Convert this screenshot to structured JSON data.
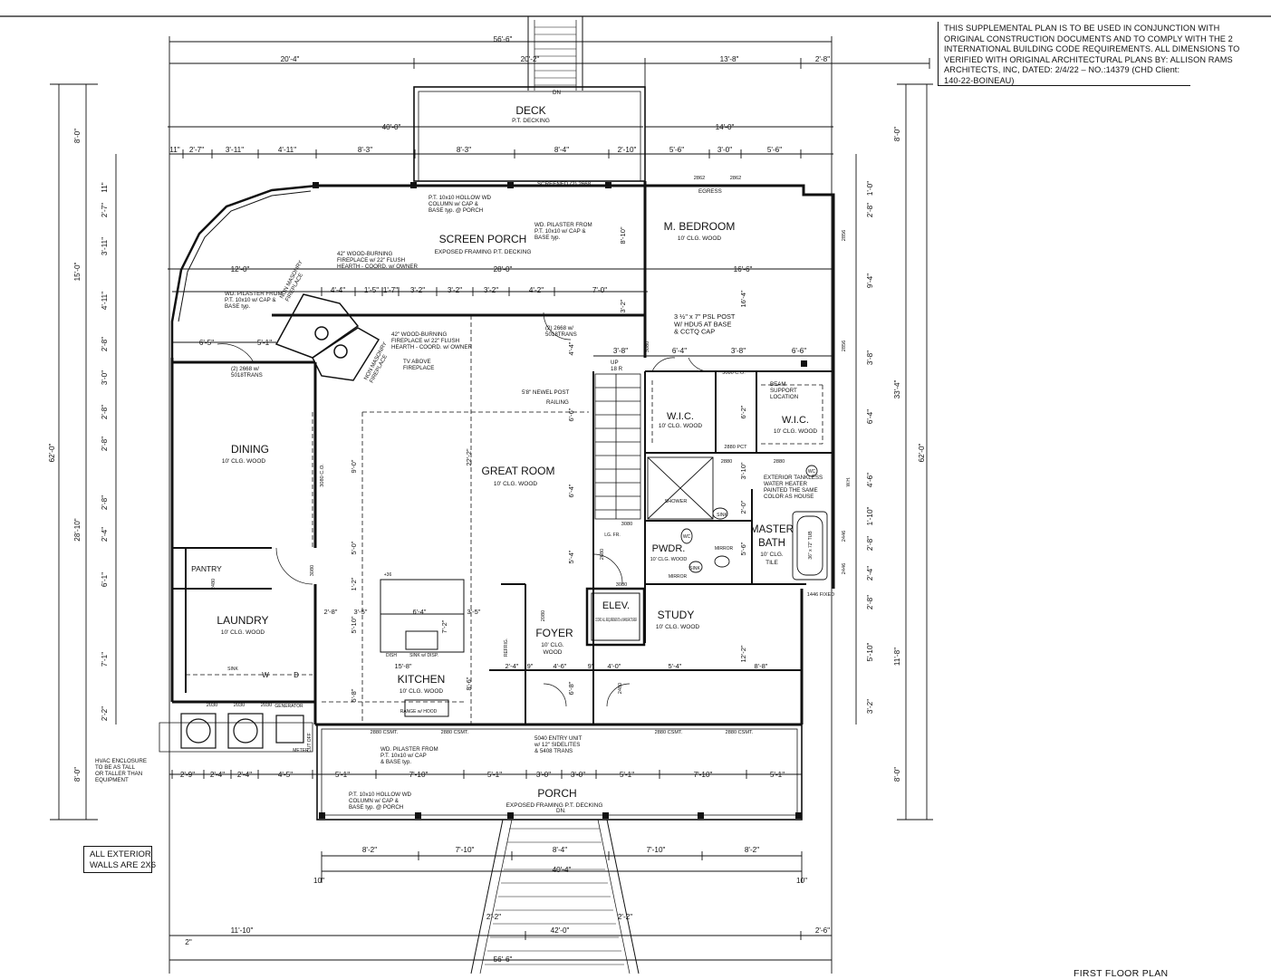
{
  "notes": {
    "supplemental": "THIS SUPPLEMENTAL PLAN IS TO BE USED IN CONJUNCTION WITH\nORIGINAL CONSTRUCTION DOCUMENTS AND TO COMPLY WITH THE 2\nINTERNATIONAL BUILDING CODE REQUIREMENTS. ALL DIMENSIONS TO\nVERIFIED WITH ORIGINAL ARCHITECTURAL PLANS BY: ALLISON RAMS\nARCHITECTS, INC, DATED: 2/4/22 – NO.:14379 (CHD Client:\n140-22-BOINEAU)",
    "exterior_walls": "ALL EXTERIOR\nWALLS ARE 2X6",
    "plan_title": "FIRST FLOOR PLAN"
  },
  "rooms": {
    "deck": "DECK",
    "deck_sub": "P.T. DECKING",
    "screen_porch": "SCREEN PORCH",
    "screen_porch_sub": "EXPOSED FRAMING   P.T. DECKING",
    "m_bedroom": "M. BEDROOM",
    "m_bedroom_sub": "10' CLG.  WOOD",
    "dining": "DINING",
    "dining_sub": "10' CLG.  WOOD",
    "great_room": "GREAT ROOM",
    "great_room_sub": "10' CLG.  WOOD",
    "wic1": "W.I.C.",
    "wic1_sub": "10' CLG.  WOOD",
    "wic2": "W.I.C.",
    "wic2_sub": "10' CLG.  WOOD",
    "master_bath": "MASTER",
    "master_bath2": "BATH",
    "master_bath_sub": "10' CLG.",
    "master_bath_sub2": "TILE",
    "pantry": "PANTRY",
    "laundry": "LAUNDRY",
    "laundry_sub": "10' CLG.  WOOD",
    "pwdr": "PWDR.",
    "pwdr_sub": "10' CLG. WOOD",
    "elev": "ELEV.",
    "elev_sub": "COORD. ALL REQUIREMENTS w/ MANUFACTURER",
    "foyer": "FOYER",
    "foyer_sub": "10' CLG.",
    "foyer_sub2": "WOOD",
    "study": "STUDY",
    "study_sub": "10' CLG.  WOOD",
    "kitchen": "KITCHEN",
    "kitchen_sub": "10' CLG.  WOOD",
    "porch": "PORCH",
    "porch_sub": "EXPOSED FRAMING   P.T. DECKING",
    "shower": "SHOWER",
    "generator": "GENERATOR"
  },
  "annotations": {
    "column_top": "P.T. 10x10 HOLLOW WD\nCOLUMN w/ CAP &\nBASE typ. @ PORCH",
    "pilaster_right": "WD. PILASTER FROM\nP.T. 10x10 w/ CAP &\nBASE typ.",
    "pilaster_left": "WD. PILASTER FROM\nP.T. 10x10 w/ CAP &\nBASE typ.",
    "fireplace_top": "42\" WOOD-BURNING\nFIREPLACE w/ 22\" FLUSH\nHEARTH - COORD. w/ OWNER",
    "fireplace_mid": "42\" WOOD-BURNING\nFIREPLACE w/ 22\" FLUSH\nHEARTH - COORD. w/ OWNER",
    "tv_above": "TV ABOVE\nFIREPLACE",
    "masonry1": "NON MASONRY\nFIREPLACE",
    "masonry2": "NON MASONRY\nFIREPLACE",
    "psl_post": "3 ½\" x 7\" PSL POST\nW/ HDU5 AT BASE\n& CCTQ CAP",
    "beam_support": "BEAM\nSUPPORT\nLOCATION",
    "water_heater": "EXTERIOR TANKLESS\nWATER HEATER\nPAINTED THE SAME\nCOLOR AS HOUSE",
    "newel": "5'8\" NEWEL POST",
    "railing": "RAILING",
    "hvac": "HVAC ENCLOSURE\nTO BE AS TALL\nOR TALLER THAN\nEQUIPMENT",
    "pilaster_porch": "WD. PILASTER FROM\nP.T. 10x10 w/ CAP\n& BASE typ.",
    "entry_unit": "5040 ENTRY UNIT\nw/ 12\" SIDELITES\n& 5408 TRANS",
    "column_porch": "P.T. 10x10 HOLLOW WD\nCOLUMN w/ CAP &\nBASE typ. @ PORCH",
    "windows_dining": "(2) 2668 w/\n5018TRANS",
    "windows_great": "(2) 2668 w/\n5018TRANS",
    "screened_door": "SCREENED (2) 2668",
    "egress": "EGRESS",
    "dn_top": "DN",
    "up": "UP\n18 R",
    "dn_bottom": "DN."
  },
  "dimensions": {
    "top_overall": "56'-6\"",
    "top_row": [
      "20'-4\"",
      "20'-2\"",
      "13'-8\"",
      "2'-8\""
    ],
    "deck_width": "40'-0\"",
    "right_14": "14'-0\"",
    "row2": [
      "11\"",
      "2'-7\"",
      "3'-11\"",
      "4'-11\"",
      "8'-3\"",
      "8'-3\"",
      "8'-4\"",
      "2'-10\"",
      "5'-6\"",
      "3'-0\"",
      "5'-6\""
    ],
    "screen_28": "28'-0\"",
    "screen_12": "12'-0\"",
    "bed_16": "16'-6\"",
    "row3": [
      "4'-4\"",
      "1'-5\"",
      "1'-7\"",
      "3'-2\"",
      "3'-2\"",
      "3'-2\"",
      "4'-2\"",
      "7'-0\""
    ],
    "dining_row": [
      "6'-5\"",
      "5'-1\""
    ],
    "stair_row": [
      "3'-8\"",
      "6'-4\"",
      "3'-8\"",
      "6'-6\""
    ],
    "left_outer": [
      "8'-0\"",
      "15'-0\"",
      "62'-0\"",
      "28'-10\"",
      "8'-0\""
    ],
    "left_inner": [
      "11\"",
      "2'-7\"",
      "3'-11\"",
      "4'-11\"",
      "2'-8\"",
      "3'-0\"",
      "2'-8\"",
      "2'-8\"",
      "2'-8\"",
      "2'-4\"",
      "6'-1\"",
      "7'-1\"",
      "2'-2\""
    ],
    "right_outer": [
      "8'-0\"",
      "33'-4\"",
      "62'-0\"",
      "11'-8\"",
      "8'-0\""
    ],
    "right_inner": [
      "1'-0\"",
      "2'-8\"",
      "9'-4\"",
      "3'-8\"",
      "6'-4\"",
      "4'-6\"",
      "1'-10\"",
      "2'-8\"",
      "2'-4\"",
      "2'-8\"",
      "5'-10\"",
      "3'-2\""
    ],
    "bottom_row1": [
      "2'-9\"",
      "2'-4\"",
      "2'-4\"",
      "4'-5\"",
      "5'-1\"",
      "7'-10\"",
      "5'-1\"",
      "3'-0\"",
      "3'-0\"",
      "5'-1\"",
      "7'-10\"",
      "5'-1\""
    ],
    "porch_row": [
      "8'-2\"",
      "7'-10\"",
      "8'-4\"",
      "7'-10\"",
      "8'-2\""
    ],
    "porch_40": "40'-4\"",
    "porch_10": [
      "10\"",
      "10\""
    ],
    "bottom_row3": [
      "11'-10\"",
      "42'-0\"",
      "2'-6\""
    ],
    "bottom_overall": "56'-6\"",
    "bottom_2": "2\"",
    "stair_22": [
      "2'-2\"",
      "2'-2\""
    ],
    "kitchen_dims": [
      "2'-8\"",
      "3'-5\"",
      "6'-4\"",
      "3'-5\"",
      "15'-8\"",
      "5'-10\"",
      "7'-2\"",
      "1'-2\"",
      "5'-8\"",
      "8'-6\"",
      "2'-4\"",
      "9\"",
      "4'-6\"",
      "9\"",
      "4'-0\"",
      "5'-4\"",
      "8'-8\"",
      "12'-2\""
    ],
    "interior_vertical": [
      "9'-0\"",
      "22'-2\"",
      "5'-0\"",
      "6'-6\"",
      "6'-4\"",
      "5'-4\"",
      "4'-4\"",
      "3'-2\"",
      "8'-10\"",
      "16'-4\"",
      "6'-2\"",
      "3'-10\"",
      "2'-0\"",
      "5'-6\"",
      "6'-8\""
    ]
  },
  "door_labels": {
    "d1": "3080 C.O.",
    "d2": "3080",
    "d3": "3080",
    "d4": "3080",
    "d5": "3080 C.O.",
    "d6": "2862",
    "d7": "2862",
    "d8": "2856",
    "d9": "2856",
    "d10": "2880",
    "d11": "2880 PCT",
    "d12": "2880",
    "d13": "2030",
    "d14": "2030",
    "d15": "2030",
    "d16": "2446",
    "d17": "2446",
    "d18": "1446 FIXED",
    "d19": "2880 CSMT.",
    "d20": "2880 CSMT.",
    "d21": "2880 CSMT.",
    "d22": "2880 CSMT.",
    "d23": "2480",
    "d24": "2480",
    "d25": "2680",
    "d26": "2080",
    "d27": "3080"
  },
  "fixtures": {
    "sink": "SINK",
    "sink2": "SINK",
    "sink3": "SINK",
    "sink_dw": "SINK w/ DISP.",
    "wc": "WC",
    "wc2": "WC",
    "mirror": "MIRROR",
    "mirror2": "MIRROR",
    "tub": "36\" x 72\" TUB",
    "w": "W",
    "d": "D",
    "lg_fr": "LG. FR.",
    "meter": "METER",
    "range": "RANGE w/ HOOD",
    "dish": "DISH",
    "c36": "+36",
    "ref": "REFRIG.",
    "cut": "CUT OFF",
    "wh": "W.H."
  }
}
